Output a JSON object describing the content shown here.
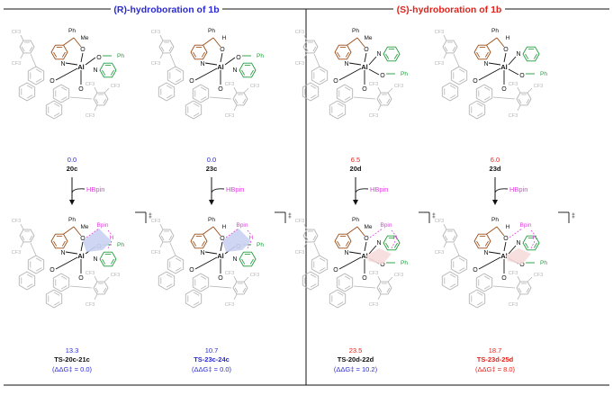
{
  "headers": {
    "left": "(R)-hydroboration of 1b",
    "right": "(S)-hydroboration of 1b"
  },
  "colors": {
    "blue": "#2b2bd0",
    "red": "#e0241c",
    "magenta": "#e040e0",
    "green": "#1f9a3a",
    "brown": "#9a4a14",
    "grey": "#b4b4b4",
    "black": "#111111",
    "blue_shade": "#c9d1f2",
    "red_shade": "#f7dcdc"
  },
  "reagent": "HBpin",
  "dagger": "‡",
  "intermediates": [
    {
      "energy": "0.0",
      "label": "20c",
      "sub": "Me",
      "energy_color": "blue"
    },
    {
      "energy": "0.0",
      "label": "23c",
      "sub": "H",
      "energy_color": "blue"
    },
    {
      "energy": "6.5",
      "label": "20d",
      "sub": "Me",
      "energy_color": "red"
    },
    {
      "energy": "6.0",
      "label": "23d",
      "sub": "H",
      "energy_color": "red"
    }
  ],
  "transition_states": [
    {
      "energy": "13.3",
      "label": "TS-20c-21c",
      "ddg": "(ΔΔG‡ = 0.0)",
      "sub": "Me",
      "energy_color": "blue",
      "label_color": "black",
      "ddg_color": "blue"
    },
    {
      "energy": "10.7",
      "label": "TS-23c-24c",
      "ddg": "(ΔΔG‡ = 0.0)",
      "sub": "H",
      "energy_color": "blue",
      "label_color": "blue",
      "ddg_color": "blue"
    },
    {
      "energy": "23.5",
      "label": "TS-20d-22d",
      "ddg": "(ΔΔG‡ = 10.2)",
      "sub": "Me",
      "energy_color": "red",
      "label_color": "black",
      "ddg_color": "blue"
    },
    {
      "energy": "18.7",
      "label": "TS-23d-25d",
      "ddg": "(ΔΔG‡ = 8.0)",
      "sub": "H",
      "energy_color": "red",
      "label_color": "red",
      "ddg_color": "red"
    }
  ],
  "atoms": {
    "ph": "Ph",
    "me": "Me",
    "h": "H",
    "al": "Al",
    "n": "N",
    "o": "O",
    "cf3": "CF3",
    "bpin": "Bpin"
  }
}
